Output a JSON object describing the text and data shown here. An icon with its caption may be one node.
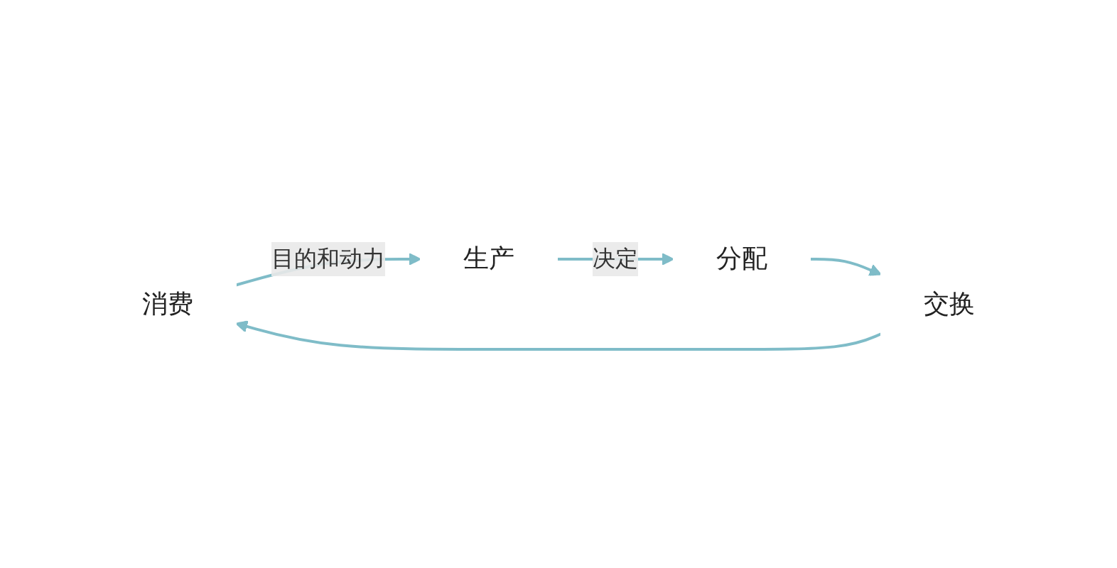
{
  "diagram": {
    "nodes": [
      {
        "text": [
          "消费"
        ]
      },
      {
        "text": [
          "生产"
        ]
      },
      {
        "text": [
          "分配"
        ]
      },
      {
        "text": [
          "交换"
        ]
      }
    ],
    "edges": [
      {
        "from": 0,
        "to": 1,
        "arrow": "to",
        "label": "目的和动力"
      },
      {
        "from": 1,
        "to": 2,
        "arrow": "to",
        "label": "决定"
      },
      {
        "from": 2,
        "to": 3,
        "arrow": "to"
      },
      {
        "from": 3,
        "to": 0,
        "arrow": "to"
      }
    ]
  }
}
